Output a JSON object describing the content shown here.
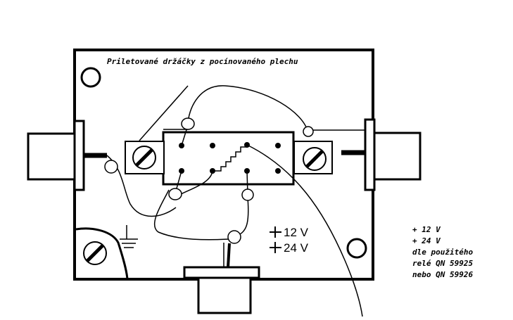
{
  "diagram": {
    "caption": "Priletované držáčky z pocínovaného plechu",
    "voltage_12": "12 V",
    "voltage_24": "24 V",
    "note": {
      "line1": "+ 12 V",
      "line2": "+ 24 V",
      "line3": "dle použitého",
      "line4": "relé QN 59925",
      "line5": "nebo QN 59926"
    }
  }
}
